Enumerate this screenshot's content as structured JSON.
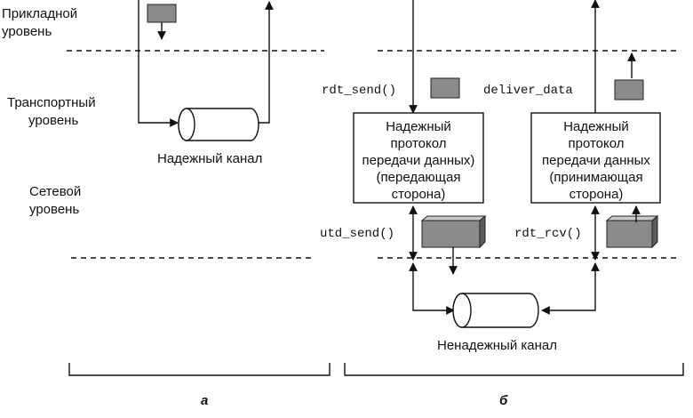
{
  "layers": {
    "application": [
      "Прикладной",
      "уровень"
    ],
    "transport": [
      "Транспортный",
      "уровень"
    ],
    "network": [
      "Сетевой",
      "уровень"
    ]
  },
  "channels": {
    "reliable": "Надежный канал",
    "unreliable": "Ненадежный канал"
  },
  "sender_box": [
    "Надежный",
    "протокол",
    "передачи данных)",
    "(передающая",
    "сторона)"
  ],
  "receiver_box": [
    "Надежный",
    "протокол",
    "передачи данных",
    "(принимающая",
    "сторона)"
  ],
  "calls": {
    "rdt_send": "rdt_send()",
    "deliver_data": "deliver_data",
    "utd_send": "utd_send()",
    "rdt_rcv": "rdt_rcv()"
  },
  "captions": {
    "left": "a",
    "right": "б"
  }
}
